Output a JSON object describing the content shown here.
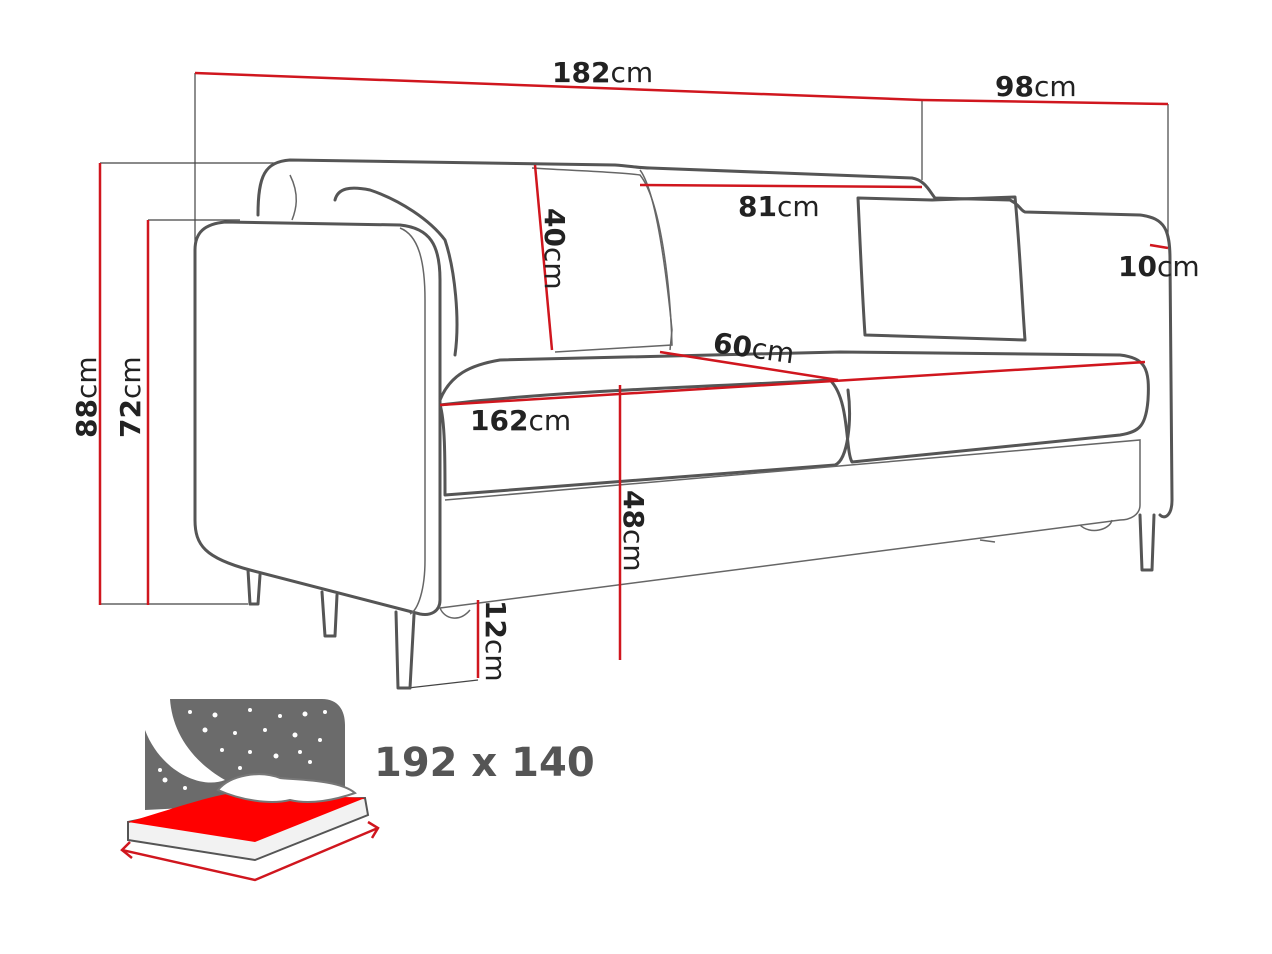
{
  "dimensions": [
    {
      "id": "total-width",
      "value": "182",
      "unit": "cm"
    },
    {
      "id": "depth",
      "value": "98",
      "unit": "cm"
    },
    {
      "id": "backrest-width",
      "value": "81",
      "unit": "cm"
    },
    {
      "id": "armrest-width",
      "value": "10",
      "unit": "cm"
    },
    {
      "id": "backrest-height",
      "value": "40",
      "unit": "cm"
    },
    {
      "id": "seat-depth",
      "value": "60",
      "unit": "cm"
    },
    {
      "id": "seat-width",
      "value": "162",
      "unit": "cm"
    },
    {
      "id": "seat-height",
      "value": "48",
      "unit": "cm"
    },
    {
      "id": "leg-height",
      "value": "12",
      "unit": "cm"
    },
    {
      "id": "total-height",
      "value": "88",
      "unit": "cm"
    },
    {
      "id": "armrest-height",
      "value": "72",
      "unit": "cm"
    }
  ],
  "sleeping_area": {
    "label": "192 x 140",
    "icon": "bed-icon"
  },
  "colors": {
    "dimension_line": "#d0161e",
    "outline": "#555555",
    "bed_sheet": "#ff0000",
    "night_sky": "#6b6b6b"
  }
}
